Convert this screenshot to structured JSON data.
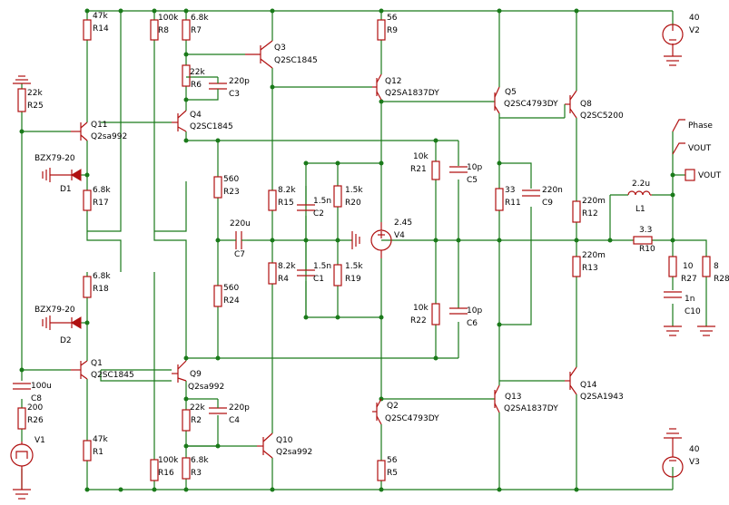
{
  "components": {
    "R14": {
      "value": "47k",
      "ref": "R14"
    },
    "R8": {
      "value": "100k",
      "ref": "R8"
    },
    "R7": {
      "value": "6.8k",
      "ref": "R7"
    },
    "R9": {
      "value": "56",
      "ref": "R9"
    },
    "V2": {
      "value": "40",
      "ref": "V2"
    },
    "Q3": {
      "ref": "Q3",
      "model": "Q2SC1845"
    },
    "R6": {
      "value": "22k",
      "ref": "R6"
    },
    "C3": {
      "value": "220p",
      "ref": "C3"
    },
    "Q12": {
      "ref": "Q12",
      "model": "Q2SA1837DY"
    },
    "Q5": {
      "ref": "Q5",
      "model": "Q2SC4793DY"
    },
    "Q8": {
      "ref": "Q8",
      "model": "Q2SC5200"
    },
    "R25": {
      "value": "22k",
      "ref": "R25"
    },
    "Q11": {
      "ref": "Q11",
      "model": "Q2sa992"
    },
    "Q4": {
      "ref": "Q4",
      "model": "Q2SC1845"
    },
    "D1": {
      "value": "BZX79-20",
      "ref": "D1"
    },
    "R17": {
      "value": "6.8k",
      "ref": "R17"
    },
    "R21": {
      "value": "10k",
      "ref": "R21"
    },
    "C5": {
      "value": "10p",
      "ref": "C5"
    },
    "R23": {
      "value": "560",
      "ref": "R23"
    },
    "R15": {
      "value": "8.2k",
      "ref": "R15"
    },
    "C2": {
      "value": "1.5n",
      "ref": "C2"
    },
    "R20": {
      "value": "1.5k",
      "ref": "R20"
    },
    "R11": {
      "value": "33",
      "ref": "R11"
    },
    "C9": {
      "value": "220n",
      "ref": "C9"
    },
    "R12": {
      "value": "220m",
      "ref": "R12"
    },
    "L1": {
      "value": "2.2u",
      "ref": "L1"
    },
    "C7": {
      "value": "220u",
      "ref": "C7"
    },
    "V4": {
      "value": "2.45",
      "ref": "V4"
    },
    "R10": {
      "value": "3.3",
      "ref": "R10"
    },
    "R18": {
      "value": "6.8k",
      "ref": "R18"
    },
    "R24": {
      "value": "560",
      "ref": "R24"
    },
    "R4": {
      "value": "8.2k",
      "ref": "R4"
    },
    "C1": {
      "value": "1.5n",
      "ref": "C1"
    },
    "R19": {
      "value": "1.5k",
      "ref": "R19"
    },
    "R13": {
      "value": "220m",
      "ref": "R13"
    },
    "R27": {
      "value": "10",
      "ref": "R27"
    },
    "R28": {
      "value": "8",
      "ref": "R28"
    },
    "C10": {
      "value": "1n",
      "ref": "C10"
    },
    "D2": {
      "value": "BZX79-20",
      "ref": "D2"
    },
    "R22": {
      "value": "10k",
      "ref": "R22"
    },
    "C6": {
      "value": "10p",
      "ref": "C6"
    },
    "Q1": {
      "ref": "Q1",
      "model": "Q2SC1845"
    },
    "Q9": {
      "ref": "Q9",
      "model": "Q2sa992"
    },
    "C8": {
      "value": "100u",
      "ref": "C8"
    },
    "R26": {
      "value": "200",
      "ref": "R26"
    },
    "R2": {
      "value": "22k",
      "ref": "R2"
    },
    "C4": {
      "value": "220p",
      "ref": "C4"
    },
    "Q2": {
      "ref": "Q2",
      "model": "Q2SC4793DY"
    },
    "Q13": {
      "ref": "Q13",
      "model": "Q2SA1837DY"
    },
    "Q14": {
      "ref": "Q14",
      "model": "Q2SA1943"
    },
    "V1": {
      "ref": "V1"
    },
    "R1": {
      "value": "47k",
      "ref": "R1"
    },
    "Q10": {
      "ref": "Q10",
      "model": "Q2sa992"
    },
    "R16": {
      "value": "100k",
      "ref": "R16"
    },
    "R3": {
      "value": "6.8k",
      "ref": "R3"
    },
    "R5": {
      "value": "56",
      "ref": "R5"
    },
    "V3": {
      "value": "40",
      "ref": "V3"
    }
  },
  "net_labels": {
    "phase": "Phase",
    "vout1": "VOUT",
    "vout2": "VOUT"
  }
}
